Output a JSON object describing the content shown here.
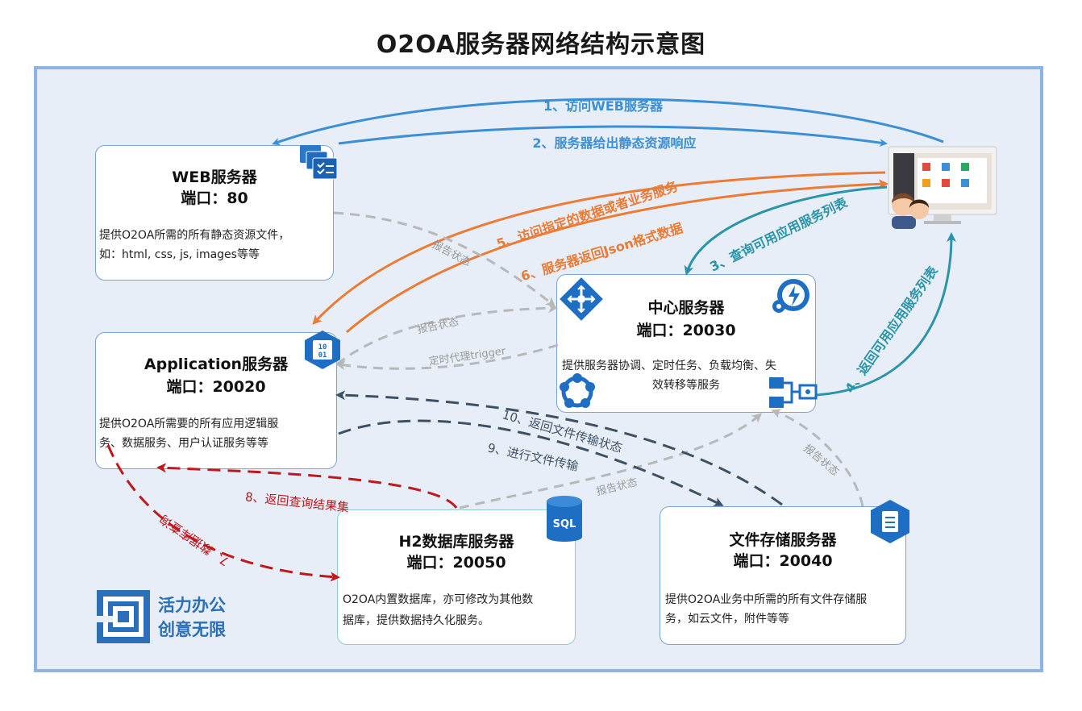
{
  "title": "O2OA服务器网络结构示意图",
  "nodes": {
    "web": {
      "name": "WEB服务器",
      "port": "端口：80",
      "desc": [
        "提供O2OA所需的所有静态资源文件，",
        "如：html, css, js, images等等"
      ]
    },
    "app": {
      "name": "Application服务器",
      "port": "端口：20020",
      "desc": [
        "提供O2OA所需要的所有应用逻辑服",
        "务、数据服务、用户认证服务等等"
      ]
    },
    "center": {
      "name": "中心服务器",
      "port": "端口：20030",
      "desc": [
        "提供服务器协调、定时任务、负载均衡、失",
        "效转移等服务"
      ]
    },
    "db": {
      "name": "H2数据库服务器",
      "port": "端口：20050",
      "desc": [
        "O2OA内置数据库，亦可修改为其他数",
        "据库，提供数据持久化服务。"
      ]
    },
    "file": {
      "name": "文件存储服务器",
      "port": "端口：20040",
      "desc": [
        "提供O2OA业务中所需的所有文件存储服",
        "务，如云文件，附件等等"
      ]
    }
  },
  "arrows": {
    "a1": "1、访问WEB服务器",
    "a2": "2、服务器给出静态资源响应",
    "a3": "3、查询可用应用服务列表",
    "a4": "4、返回可用应用服务列表",
    "a5": "5、访问指定的数据或者业务服务",
    "a6": "6、服务器返回Json格式数据",
    "a7": "7、数据库查询",
    "a8": "8、返回查询结果集",
    "a9": "9、进行文件传输",
    "a10": "10、返回文件传输状态",
    "report1": "报告状态",
    "report2": "报告状态",
    "report3": "报告状态",
    "report4": "报告状态",
    "trigger": "定时代理trigger"
  },
  "icons": {
    "web": "document-stack-icon",
    "app": "binary-hexagon-icon",
    "center_left": "load-balancer-icon",
    "center_right": "gear-lightning-icon",
    "center_bottom_left": "cluster-circle-icon",
    "center_bottom_right": "network-switch-icon",
    "db": "sql-database-icon",
    "file": "file-hexagon-icon",
    "client": "users-computer-icon",
    "logo": "o2oa-logo-icon"
  },
  "logo": {
    "line1": "活力办公",
    "line2": "创意无限"
  },
  "colors": {
    "blue": "#3b8fd4",
    "orange": "#ec7b35",
    "teal": "#2a94a8",
    "navy": "#3d5166",
    "red": "#c0181c",
    "gray": "#b8b8b8",
    "frame": "#8db4e2",
    "background": "#e8eef8"
  }
}
